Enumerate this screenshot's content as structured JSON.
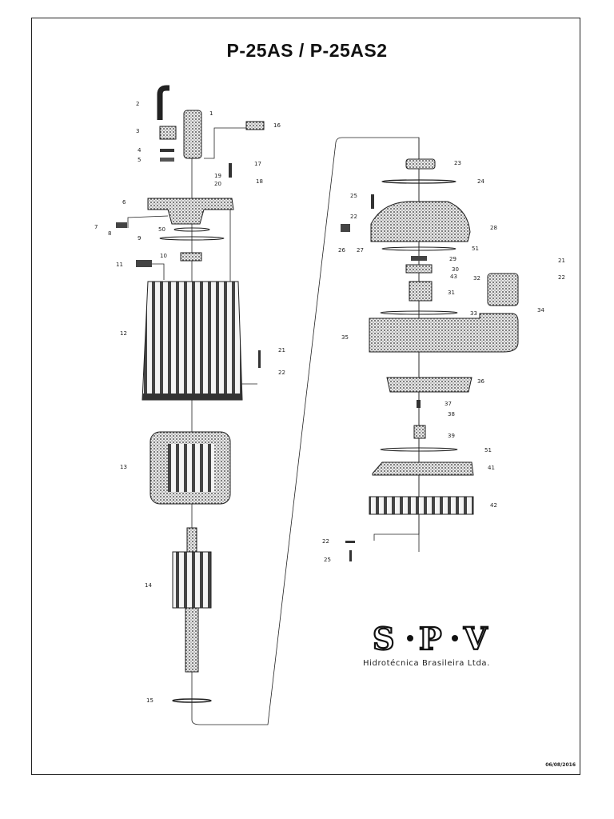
{
  "title": "P-25AS / P-25AS2",
  "brand": {
    "letters": [
      "S",
      "P",
      "V"
    ],
    "subtitle": "Hidrotécnica  Brasileira  Ltda."
  },
  "date": "06/08/2016",
  "labels": [
    "1",
    "2",
    "3",
    "4",
    "5",
    "6",
    "7",
    "8",
    "9",
    "10",
    "11",
    "12",
    "13",
    "14",
    "15",
    "16",
    "17",
    "18",
    "19",
    "20",
    "21",
    "22",
    "23",
    "24",
    "25",
    "26",
    "27",
    "28",
    "29",
    "30",
    "31",
    "32",
    "33",
    "34",
    "35",
    "36",
    "37",
    "38",
    "39",
    "41",
    "42",
    "43",
    "50",
    "51"
  ]
}
